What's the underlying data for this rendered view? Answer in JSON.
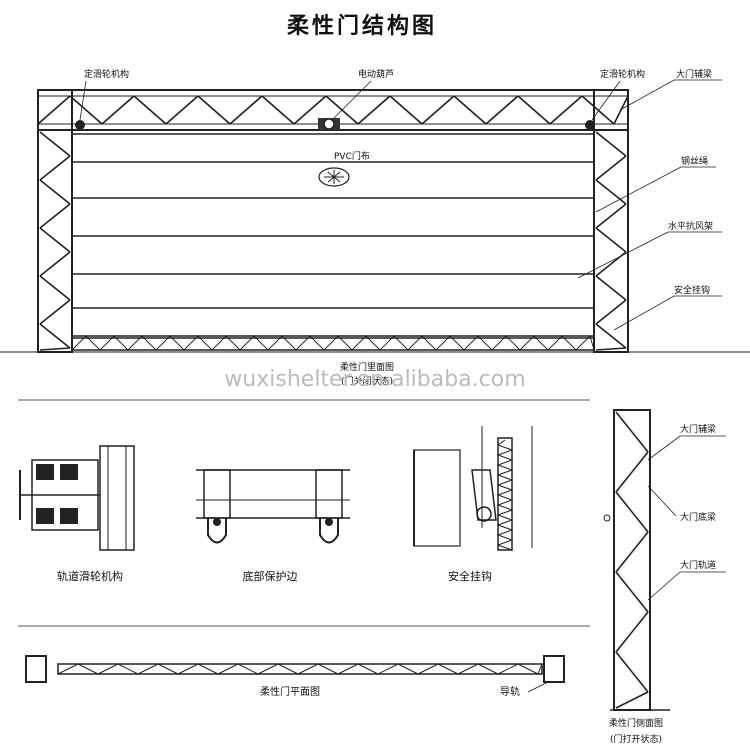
{
  "title": "柔性门结构图",
  "watermark": "wuxishelter.en.alibaba.com",
  "front_view": {
    "caption": "柔性门里面图",
    "state": "(门关闭状态)",
    "labels": {
      "pulley_left": "定滑轮机构",
      "hoist": "电动葫芦",
      "pulley_right": "定滑轮机构",
      "aux_beam": "大门辅梁",
      "wire_rope": "钢丝绳",
      "wind_frame": "水平抗风架",
      "safety_hook": "安全挂钩",
      "pvc": "PVC门布"
    }
  },
  "details": {
    "track_pulley": "轨道滑轮机构",
    "bottom_edge": "底部保护边",
    "safety_hook": "安全挂钩"
  },
  "plan_view": {
    "caption": "柔性门平面图",
    "guide": "导轨"
  },
  "side_view": {
    "caption": "柔性门侧面图",
    "state": "(门打开状态)",
    "labels": {
      "aux_beam": "大门辅梁",
      "bottom_beam": "大门底梁",
      "track": "大门轨道"
    }
  }
}
